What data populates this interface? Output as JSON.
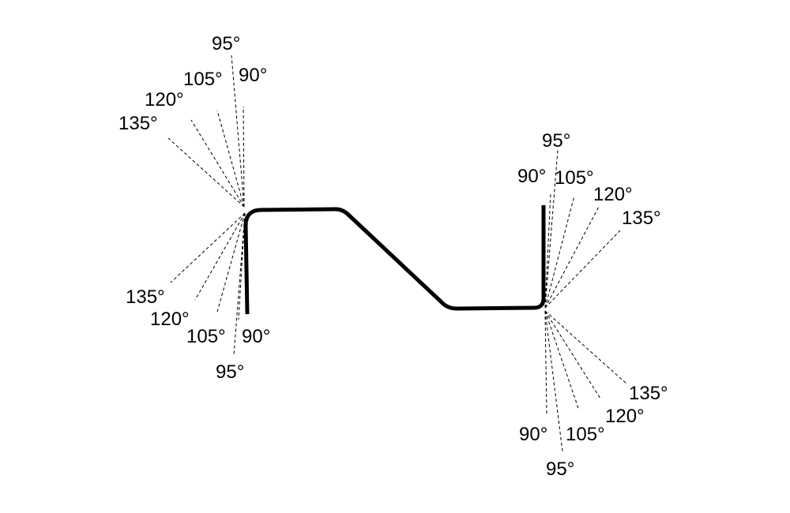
{
  "top_left_labels": [
    "95°",
    "90°",
    "105°",
    "120°",
    "135°"
  ],
  "bottom_left_labels": [
    "135°",
    "120°",
    "105°",
    "90°",
    "95°"
  ],
  "top_right_labels": [
    "95°",
    "90°",
    "105°",
    "120°",
    "135°"
  ],
  "bottom_right_labels": [
    "135°",
    "120°",
    "90°",
    "105°",
    "95°"
  ]
}
